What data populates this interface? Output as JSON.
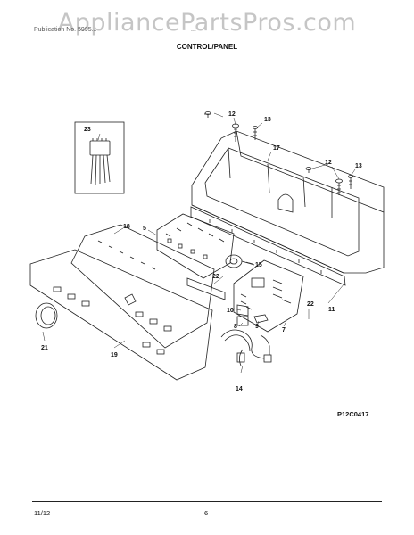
{
  "watermark": "AppliancePartsPros.com",
  "header_small_left": "Publication No. 5995...",
  "header_small_right": "...",
  "section_title": "CONTROL/PANEL",
  "callouts": [
    "12",
    "13",
    "12",
    "13",
    "17",
    "23",
    "18",
    "5",
    "15",
    "22",
    "22",
    "7",
    "11",
    "21",
    "10",
    "8",
    "9",
    "14",
    "19"
  ],
  "figure_code": "P12C0417",
  "footer_left": "11/12",
  "footer_page": "6"
}
